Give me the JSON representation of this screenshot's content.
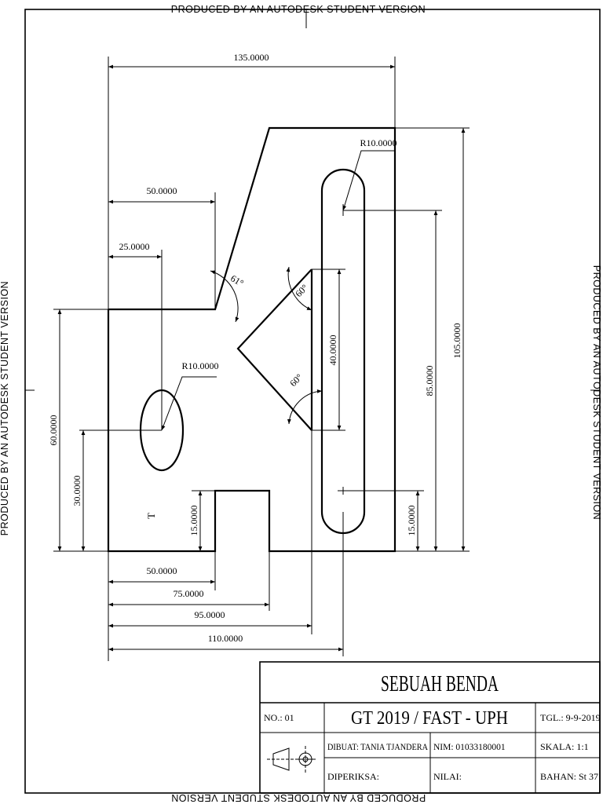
{
  "watermark": "PRODUCED BY AN AUTODESK STUDENT VERSION",
  "dimensions": {
    "d135": "135.0000",
    "d50_top": "50.0000",
    "d25": "25.0000",
    "r10_slot": "R10.0000",
    "r10_hole": "R10.0000",
    "ang61": "61°",
    "ang60_top": "60°",
    "ang60_bot": "60°",
    "d40": "40.0000",
    "d85": "85.0000",
    "d105": "105.0000",
    "d60": "60.0000",
    "d30": "30.0000",
    "d15_left": "15.0000",
    "d15_right": "15.0000",
    "d50_bot": "50.0000",
    "d75": "75.0000",
    "d95": "95.0000",
    "d110": "110.0000",
    "t_mark": "T"
  },
  "title_block": {
    "title": "SEBUAH BENDA",
    "no": "NO.: 01",
    "course": "GT  2019  /  FAST - UPH",
    "tgl": "TGL.: 9-9-2019",
    "dibuat": "DIBUAT: TANIA TJANDERA",
    "nim": "NIM: 01033180001",
    "skala": "SKALA: 1:1",
    "diperiksa": "DIPERIKSA:",
    "nilai": "NILAI:",
    "bahan": "BAHAN: St 37"
  }
}
